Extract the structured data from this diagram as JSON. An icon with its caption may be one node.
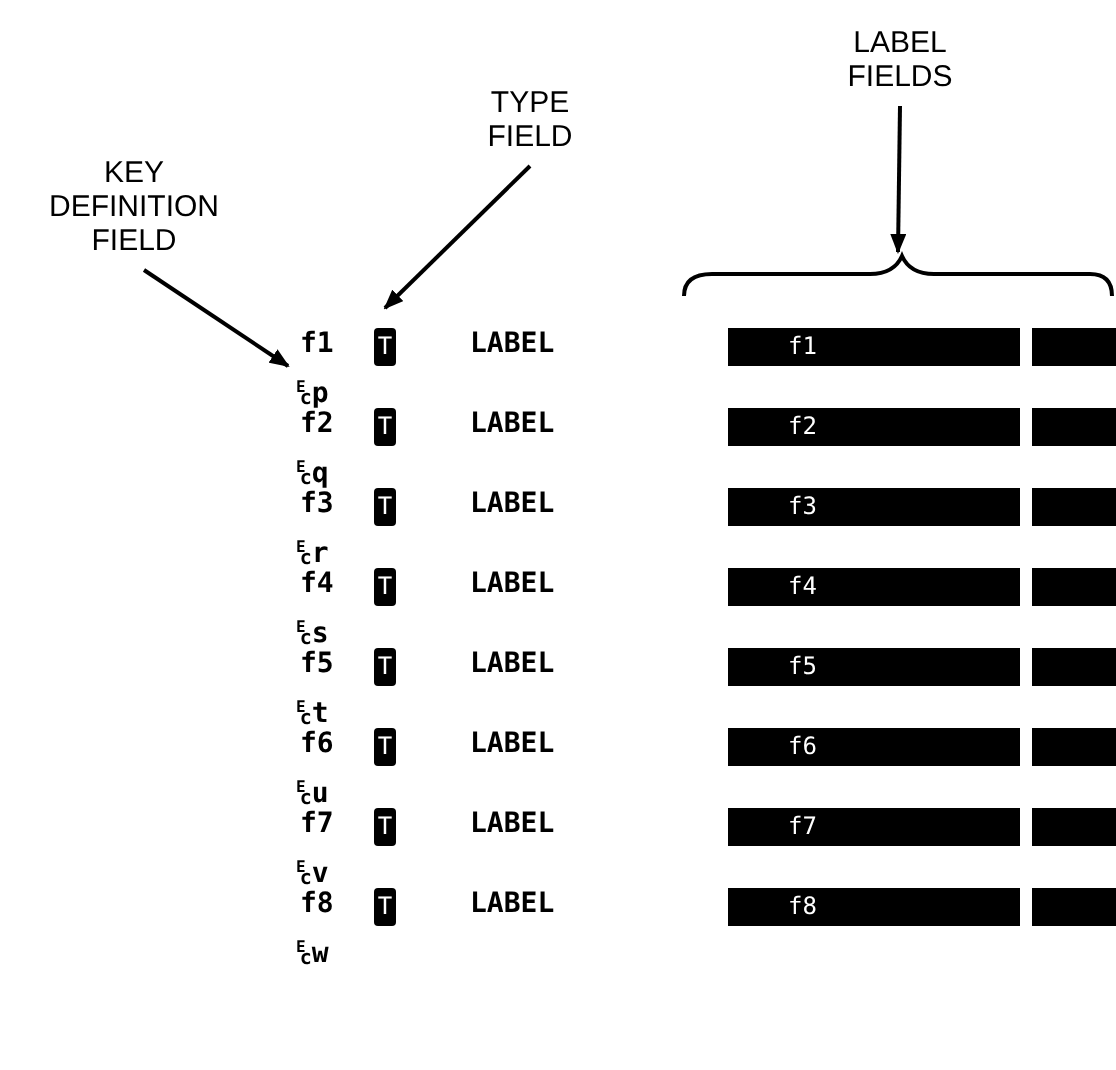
{
  "diagram": {
    "nodes": [
      {
        "text": [
          "KEY DEFINITION FIELD"
        ]
      },
      {
        "text": [
          "TYPE FIELD"
        ]
      },
      {
        "text": [
          "LABEL FIELDS"
        ]
      },
      {
        "text": [
          "T"
        ]
      },
      {
        "text": [
          "f1"
        ]
      },
      {
        "text": [],
        "shape": "bar"
      },
      {
        "text": [
          "$^{E}$$_{c}$p"
        ]
      },
      {
        "text": [
          "T"
        ]
      },
      {
        "text": [
          "f2"
        ]
      },
      {
        "text": [],
        "shape": "bar"
      },
      {
        "text": [
          "T"
        ]
      },
      {
        "text": [
          "f3"
        ]
      },
      {
        "text": [],
        "shape": "bar"
      },
      {
        "text": [
          "T"
        ]
      },
      {
        "text": [
          "f4"
        ]
      },
      {
        "text": [],
        "shape": "bar"
      },
      {
        "text": [
          "T"
        ]
      },
      {
        "text": [
          "f5"
        ]
      },
      {
        "text": [],
        "shape": "bar"
      },
      {
        "text": [
          "T"
        ]
      },
      {
        "text": [
          "f6"
        ]
      },
      {
        "text": [],
        "shape": "bar"
      },
      {
        "text": [
          "T"
        ]
      },
      {
        "text": [
          "f7"
        ]
      },
      {
        "text": [],
        "shape": "bar"
      },
      {
        "text": [
          "T"
        ]
      },
      {
        "text": [
          "f8"
        ]
      },
      {
        "text": [],
        "shape": "bar"
      },
      {
        "text": [],
        "shape": "brace"
      }
    ],
    "edges": [
      {
        "from": 0,
        "to": 6,
        "arrow": "to"
      },
      {
        "from": 1,
        "to": 3,
        "arrow": "to"
      },
      {
        "from": 2,
        "to": 28,
        "arrow": "to"
      }
    ],
    "labels": [
      "f1",
      "LABEL",
      "f2",
      "LABEL",
      "$^{E}$$_{c}$q",
      "f3",
      "LABEL",
      "$^{E}$$_{c}$r",
      "f4",
      "LABEL",
      "$^{E}$$_{c}$s",
      "f5",
      "LABEL",
      "$^{E}$$_{c}$t",
      "f6",
      "LABEL",
      "$^{E}$$_{c}$u",
      "f7",
      "LABEL",
      "$^{E}$$_{c}$v",
      "f8",
      "LABEL",
      "$^{E}$$_{c}$w"
    ]
  }
}
